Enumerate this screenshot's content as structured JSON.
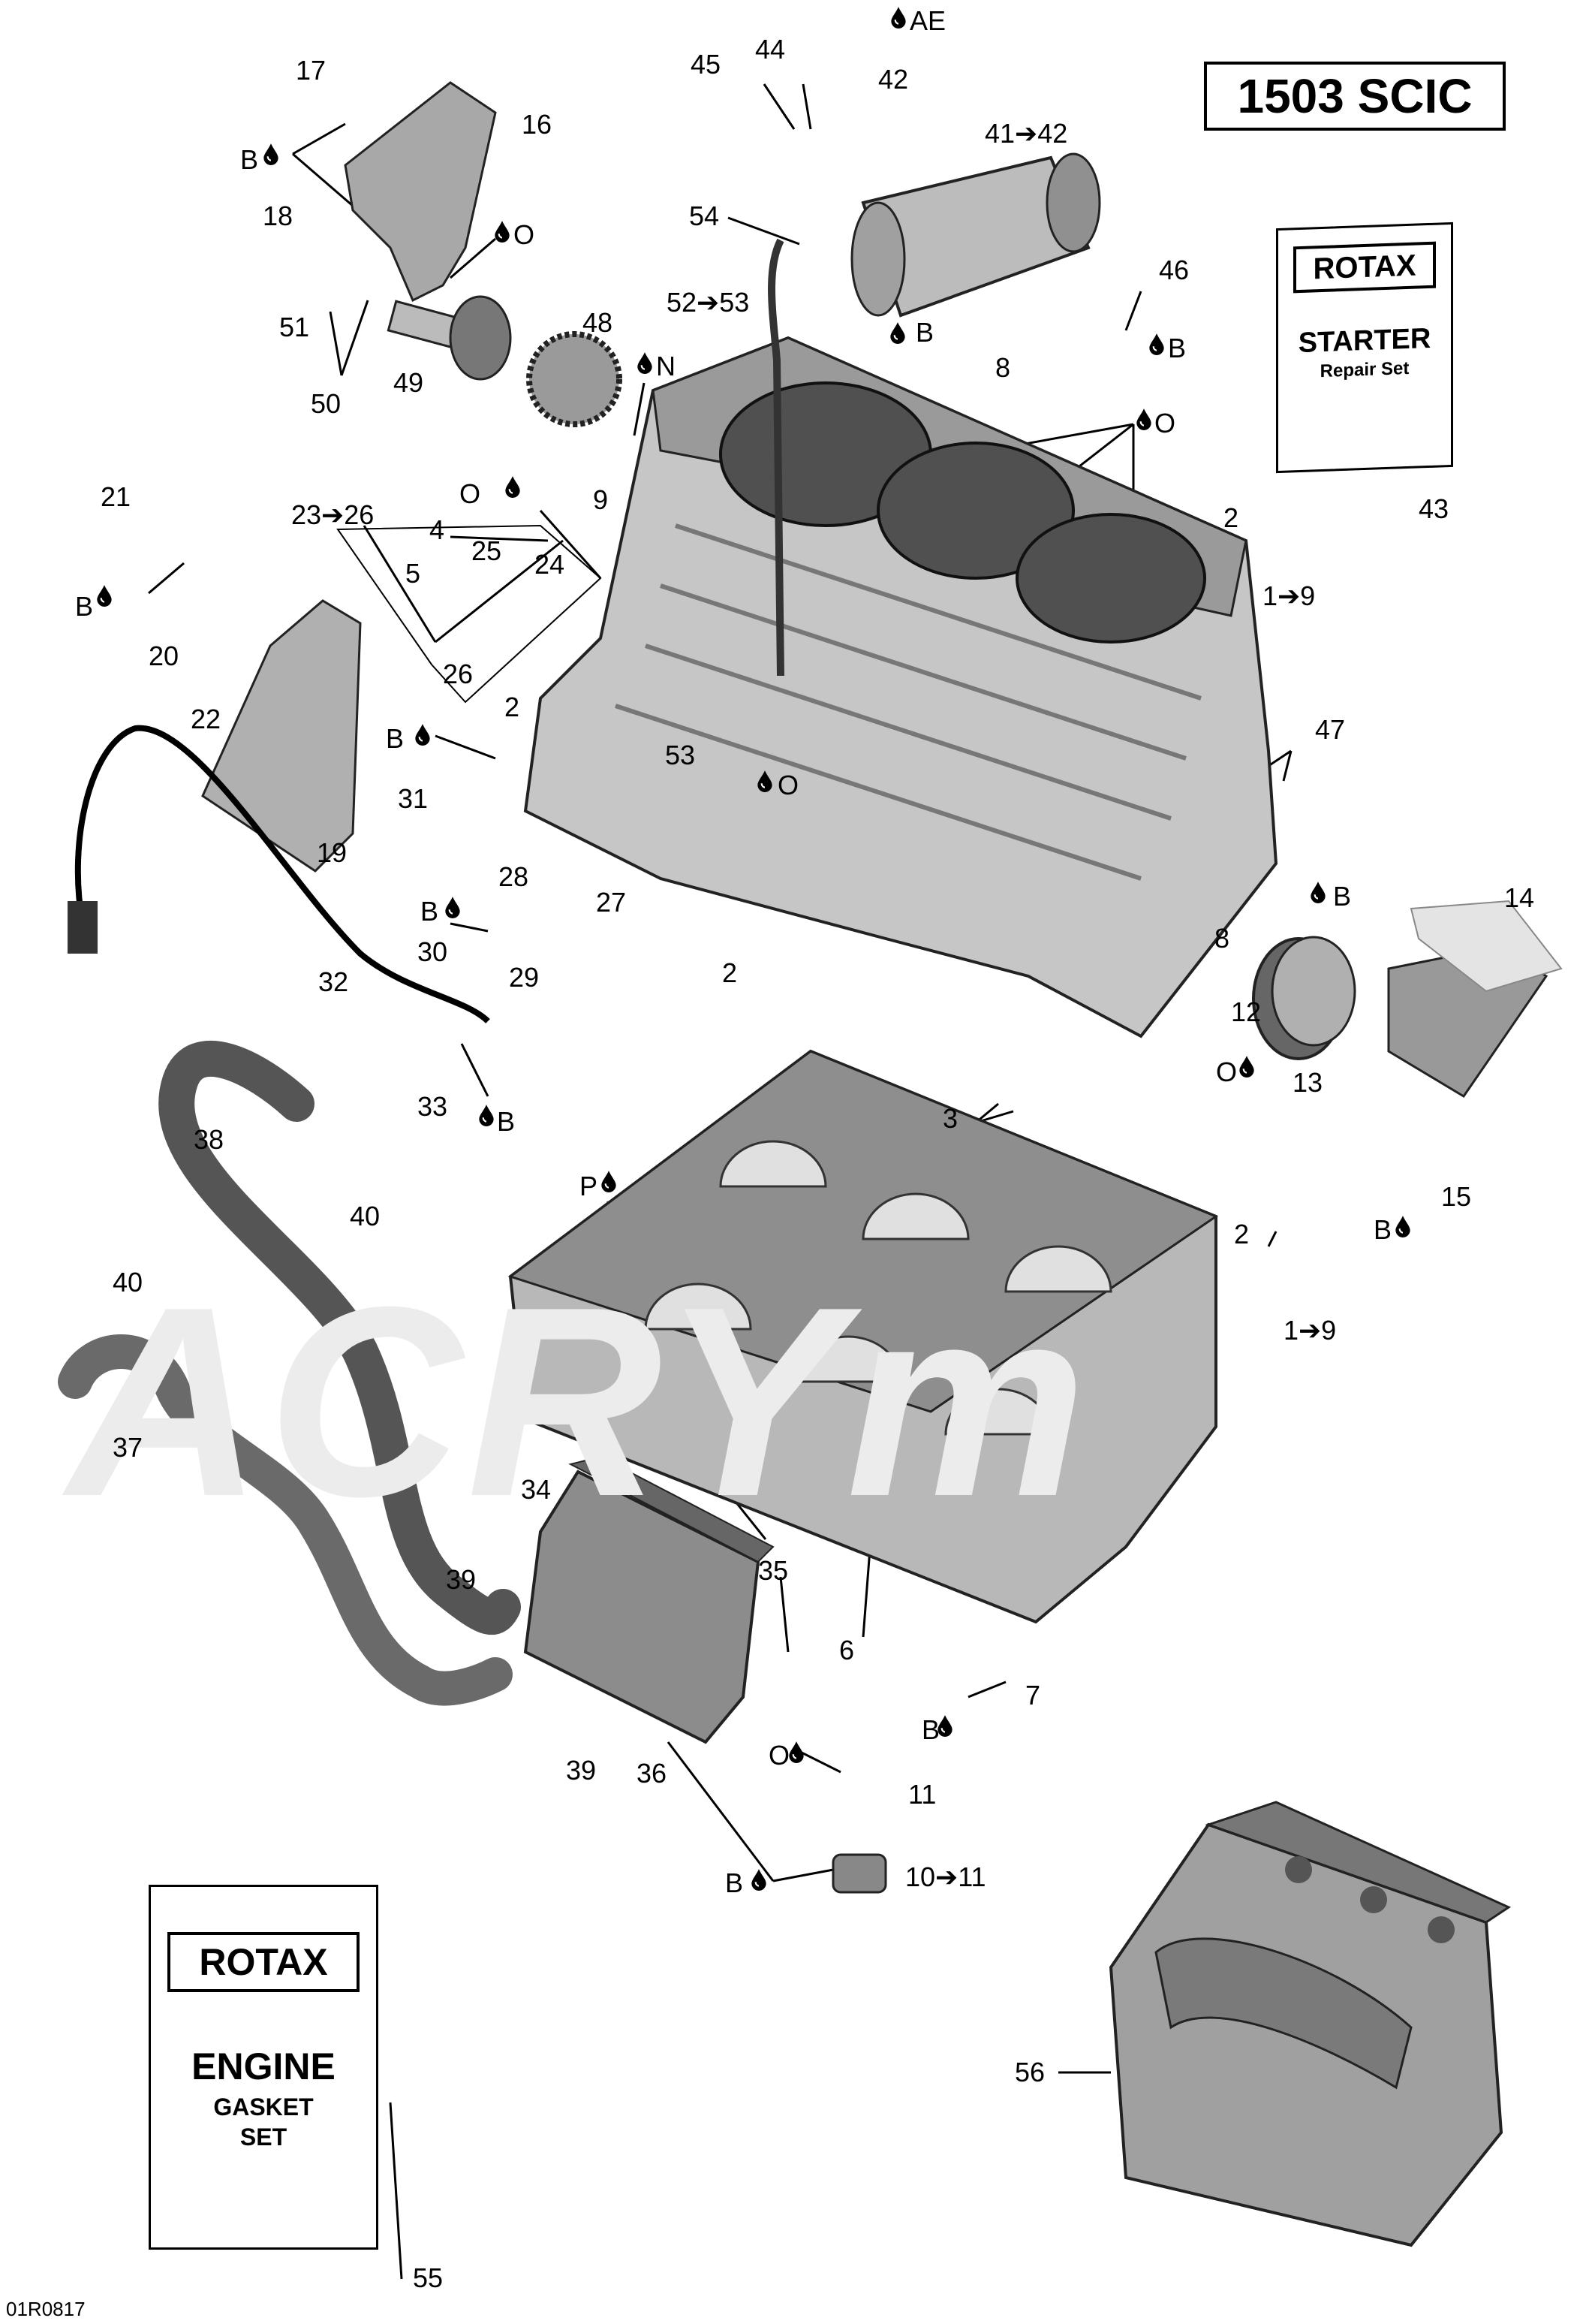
{
  "diagram": {
    "model_tag": "1503 SCIC",
    "drawing_code": "01R0817",
    "watermark": "ACRYm",
    "callouts": {
      "c17": "17",
      "c16": "16",
      "c18": "18",
      "b16": "B",
      "o49": "O",
      "c51": "51",
      "c50": "50",
      "c49": "49",
      "c48": "48",
      "n9": "N",
      "c9": "9",
      "c45": "45",
      "c44": "44",
      "ae42": "AE",
      "c42": "42",
      "c41_42": "41➔42",
      "c54": "54",
      "c52_53": "52➔53",
      "b8": "B",
      "c8": "8",
      "c46": "46",
      "b46": "B",
      "o_cyl": "O",
      "c2a": "2",
      "c1_9a": "1➔9",
      "c43": "43",
      "c21": "21",
      "b21": "B",
      "c20": "20",
      "c22": "22",
      "c19": "19",
      "c23_26": "23➔26",
      "o24": "O",
      "c4": "4",
      "c5": "5",
      "c25": "25",
      "c24": "24",
      "c26": "26",
      "c2b": "2",
      "b31": "B",
      "c31": "31",
      "c53": "53",
      "o53": "O",
      "c47": "47",
      "c28": "28",
      "c27": "27",
      "b30": "B",
      "c30": "30",
      "c29": "29",
      "c2c": "2",
      "c32": "32",
      "c33": "33",
      "b33": "B",
      "c14": "14",
      "c8b": "8",
      "b8b": "B",
      "c12": "12",
      "o13": "O",
      "c13": "13",
      "c3": "3",
      "c38": "38",
      "c40a": "40",
      "p_case": "P",
      "c2d": "2",
      "c1_9b": "1➔9",
      "c15": "15",
      "b15": "B",
      "c40b": "40",
      "c37": "37",
      "c34": "34",
      "c39a": "39",
      "c35": "35",
      "c6": "6",
      "c7": "7",
      "b7": "B",
      "o11": "O",
      "c11": "11",
      "c39b": "39",
      "c36": "36",
      "b10": "B",
      "c10_11": "10➔11",
      "c56": "56",
      "c55": "55"
    },
    "starter_set": {
      "brand": "ROTAX",
      "title": "STARTER",
      "subtitle": "Repair Set"
    },
    "gasket_set": {
      "brand": "ROTAX",
      "line1": "ENGINE",
      "line2": "GASKET",
      "line3": "SET"
    }
  }
}
